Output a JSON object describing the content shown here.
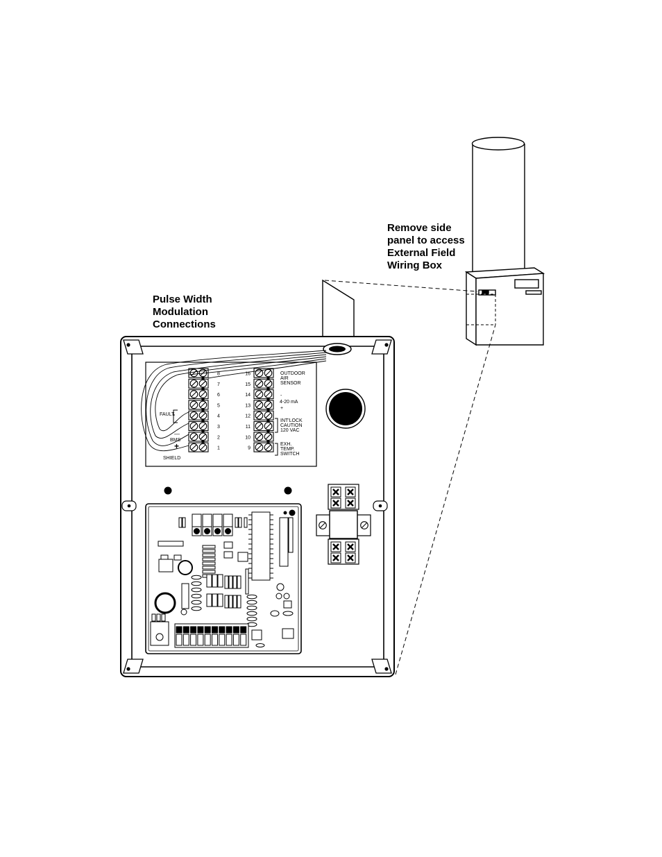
{
  "callouts": {
    "remove_panel": [
      "Remove side",
      "panel to access",
      "External Field",
      "Wiring Box"
    ],
    "pwm": [
      "Pulse Width",
      "Modulation",
      "Connections"
    ]
  },
  "left_terminals": {
    "numbers": [
      "8",
      "7",
      "6",
      "5",
      "4",
      "3",
      "2",
      "1"
    ],
    "labels": {
      "fault": "FAULT",
      "minus": "—",
      "bms": "BMS",
      "plus": "+",
      "shield": "SHIELD"
    }
  },
  "right_terminals": {
    "numbers": [
      "16",
      "15",
      "14",
      "13",
      "12",
      "11",
      "10",
      "9"
    ],
    "labels": {
      "outdoor": [
        "OUTDOOR",
        "AIR",
        "SENSOR"
      ],
      "ma_minus": "-",
      "ma": "4-20 mA",
      "ma_plus": "+",
      "interlock": [
        "INT'LOCK",
        "CAUTION",
        "120 VAC"
      ],
      "exh": [
        "EXH.",
        "TEMP.",
        "SWITCH"
      ]
    }
  },
  "colors": {
    "ink": "#000000",
    "paper": "#ffffff",
    "board": "#f4f4f4"
  }
}
